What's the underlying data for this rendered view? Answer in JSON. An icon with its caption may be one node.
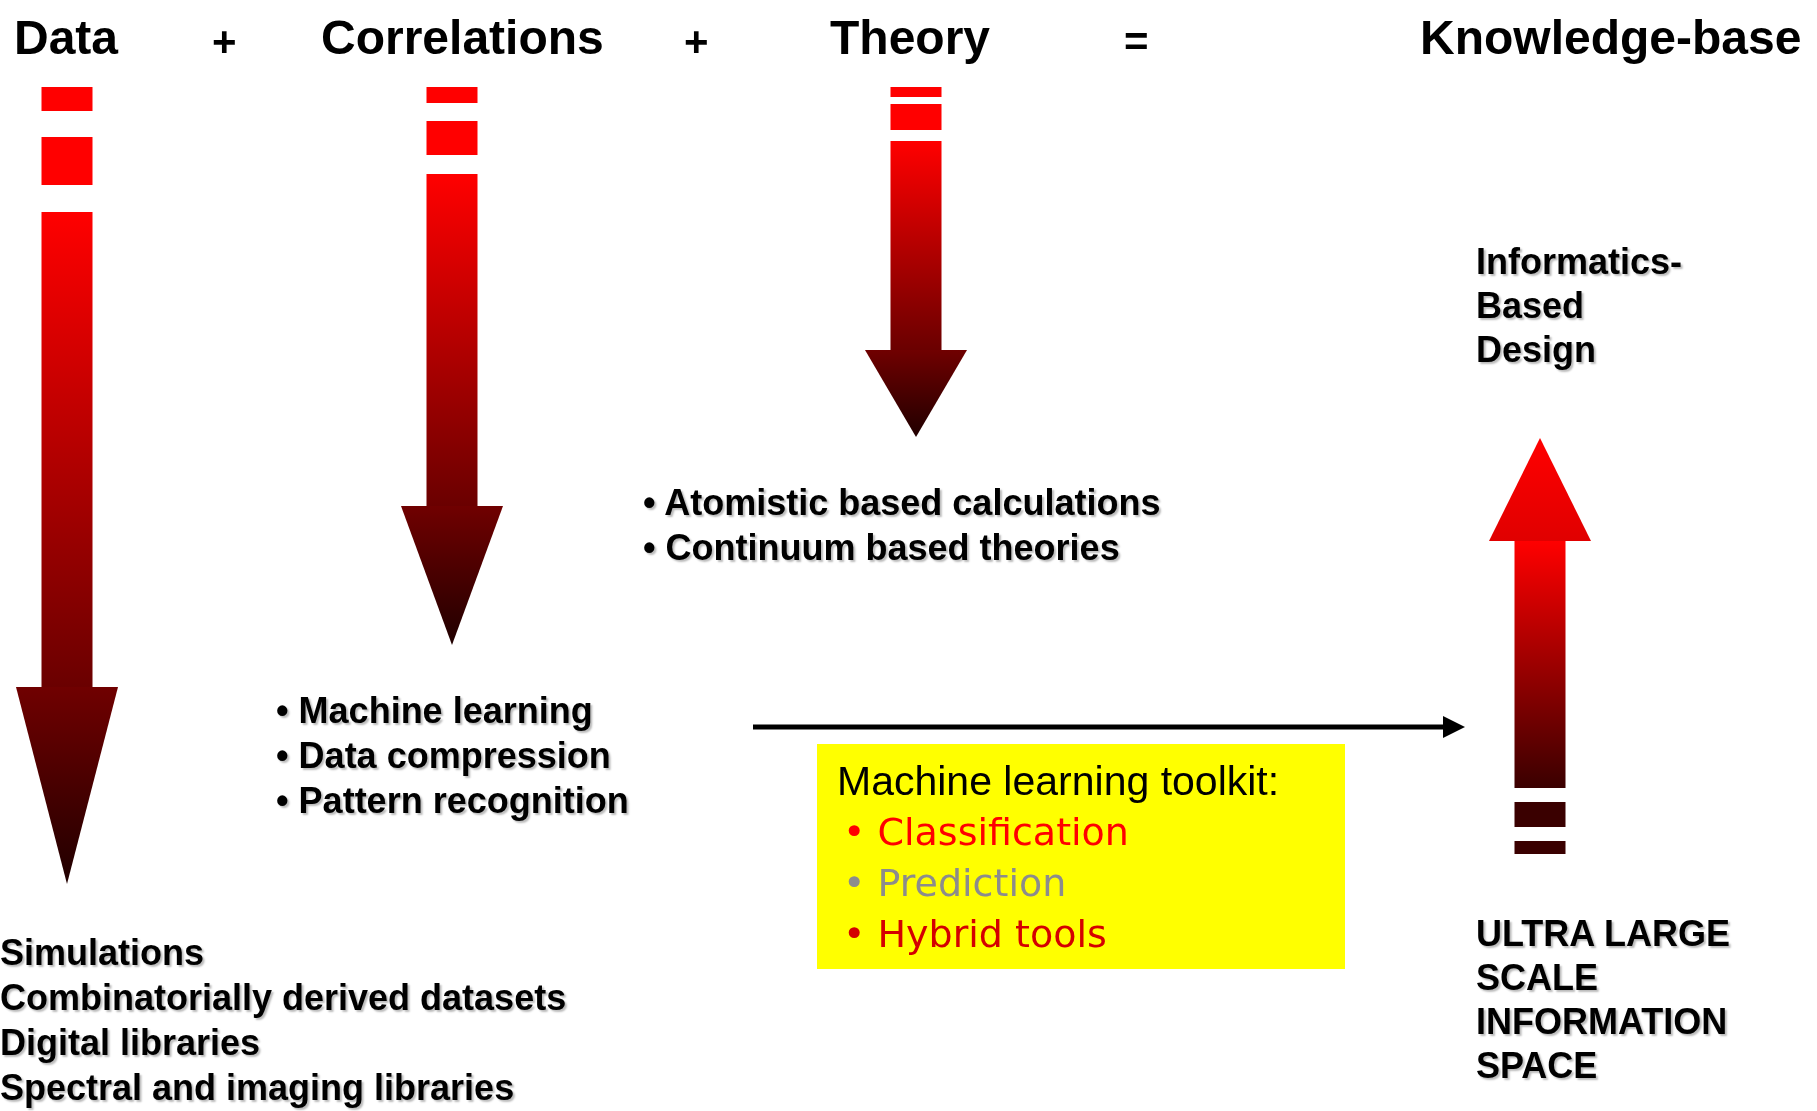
{
  "diagram": {
    "nodes": [
      {
        "text": [
          "Data"
        ]
      },
      {
        "text": [
          "Correlations"
        ]
      },
      {
        "text": [
          "Theory"
        ]
      },
      {
        "text": [
          "Knowledge-base"
        ]
      },
      {
        "text": [
          "Simulations",
          "Combinatorially derived datasets",
          "Digital libraries",
          "Spectral and imaging libraries"
        ]
      },
      {
        "text": [
          "• Machine learning",
          "• Data compression",
          "• Pattern recognition"
        ]
      },
      {
        "text": [
          "• Atomistic based calculations",
          "• Continuum based theories"
        ]
      },
      {
        "text": [
          "Machine learning toolkit:",
          "• Classification",
          "• Prediction",
          "• Hybrid tools"
        ]
      },
      {
        "text": [
          "Informatics- Based Design"
        ]
      },
      {
        "text": [
          "ULTRA LARGE SCALE INFORMATION SPACE"
        ]
      }
    ],
    "edges": [
      {
        "from": 0,
        "to": 4,
        "arrow": "to",
        "style": "thick"
      },
      {
        "from": 1,
        "to": 5,
        "arrow": "to",
        "style": "thick"
      },
      {
        "from": 2,
        "to": 6,
        "arrow": "to",
        "style": "thick"
      },
      {
        "from": 5,
        "to": null,
        "arrow": "to",
        "color": "#000000"
      },
      {
        "from": 9,
        "to": 8,
        "arrow": "to",
        "style": "thick"
      }
    ],
    "labels": [
      "+",
      "+",
      "="
    ]
  }
}
